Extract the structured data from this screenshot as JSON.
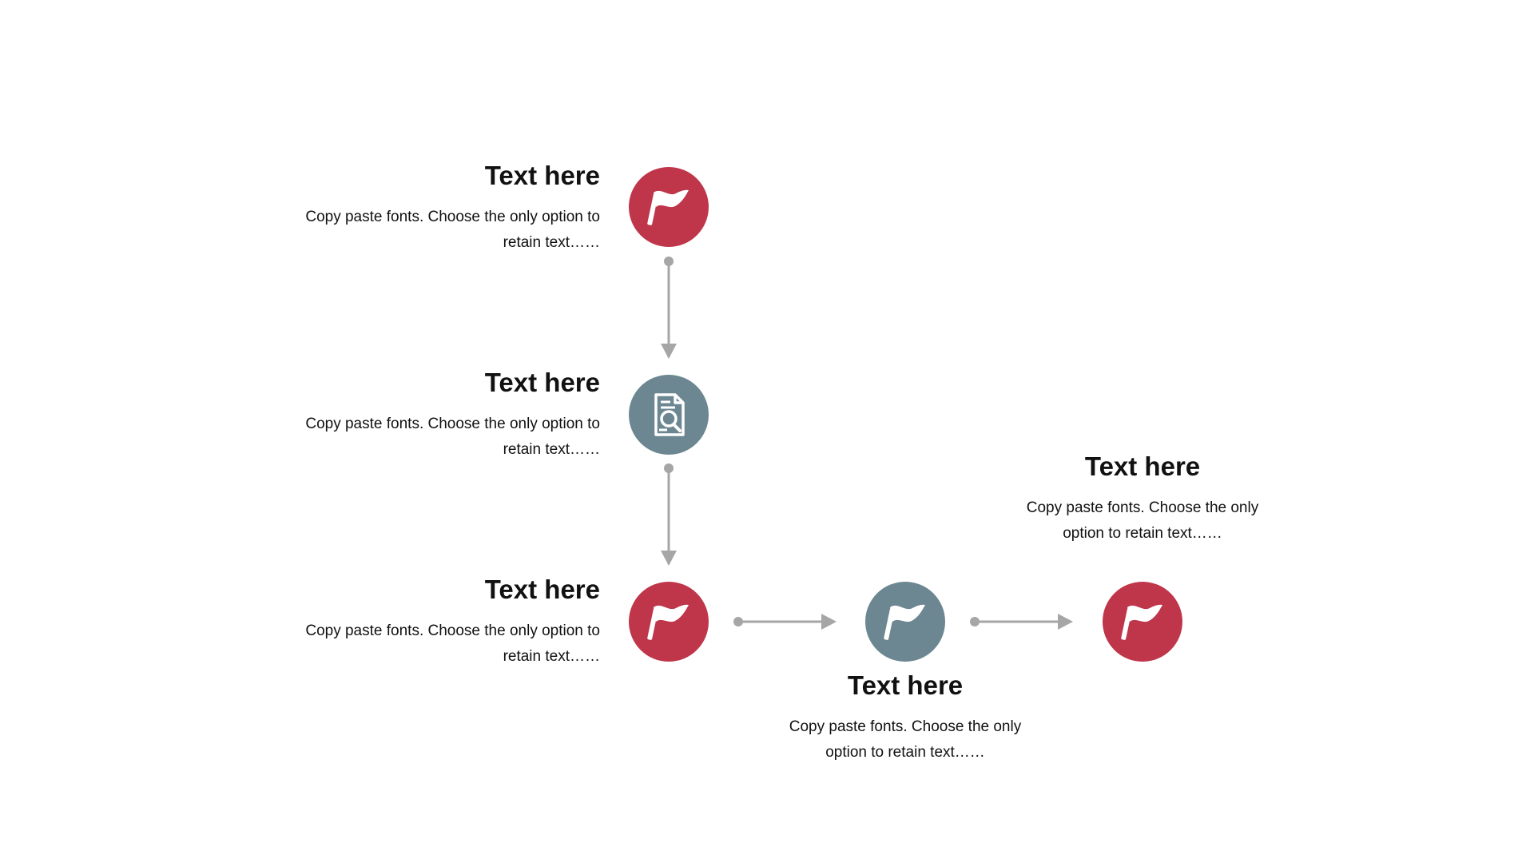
{
  "colors": {
    "red": "#bf364b",
    "slate": "#6c8791",
    "connector": "#a6a6a6",
    "icon": "#ffffff"
  },
  "steps": [
    {
      "title": "Text here",
      "text": "Copy paste fonts. Choose the only option to retain text……",
      "color": "red",
      "icon": "flag-icon"
    },
    {
      "title": "Text here",
      "text": "Copy paste fonts. Choose the only option to retain text……",
      "color": "slate",
      "icon": "document-search-icon"
    },
    {
      "title": "Text here",
      "text": "Copy paste fonts. Choose the only option to retain text……",
      "color": "red",
      "icon": "flag-icon"
    },
    {
      "title": "Text here",
      "text": "Copy paste fonts. Choose the only option to retain text……",
      "color": "slate",
      "icon": "flag-icon"
    },
    {
      "title": "Text here",
      "text": "Copy paste fonts. Choose the only option to retain text……",
      "color": "red",
      "icon": "flag-icon"
    }
  ]
}
